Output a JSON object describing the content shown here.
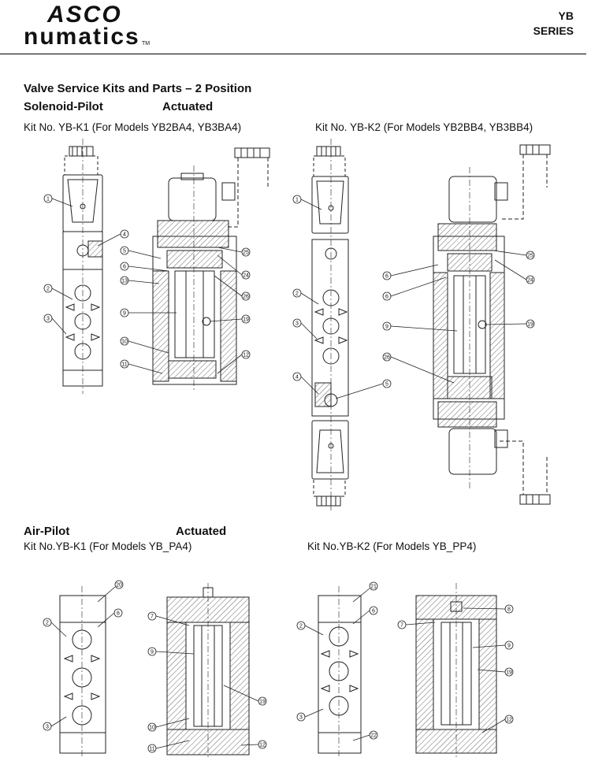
{
  "header": {
    "logo_line1": "ASCO",
    "logo_line2": "numatics",
    "logo_tm": "TM",
    "series_code": "YB",
    "series_word": "SERIES"
  },
  "page_title": "Valve Service Kits and Parts – 2 Position",
  "solenoid_section": {
    "heading_left": "Solenoid-Pilot",
    "heading_right": "Actuated",
    "kit1_label": "Kit No. YB-K1 (For Models YB2BA4, YB3BA4)",
    "kit2_label": "Kit No. YB-K2 (For Models YB2BB4, YB3BB4)",
    "kit1_callouts": [
      "1",
      "2",
      "3",
      "4",
      "5",
      "6",
      "13",
      "9",
      "10",
      "11",
      "25",
      "24",
      "26",
      "19",
      "12"
    ],
    "kit2_callouts": [
      "1",
      "2",
      "3",
      "4",
      "5",
      "6",
      "6",
      "9",
      "26",
      "25",
      "24",
      "19"
    ]
  },
  "air_section": {
    "heading_left": "Air-Pilot",
    "heading_right": "Actuated",
    "kit1_label": "Kit No.YB-K1 (For Models YB_PA4)",
    "kit2_label": "Kit No.YB-K2 (For Models YB_PP4)",
    "kit1_callouts": [
      "20",
      "6",
      "2",
      "3",
      "7",
      "9",
      "10",
      "11",
      "19",
      "12"
    ],
    "kit2_callouts": [
      "21",
      "6",
      "2",
      "3",
      "22",
      "7",
      "8",
      "9",
      "19",
      "12"
    ]
  }
}
